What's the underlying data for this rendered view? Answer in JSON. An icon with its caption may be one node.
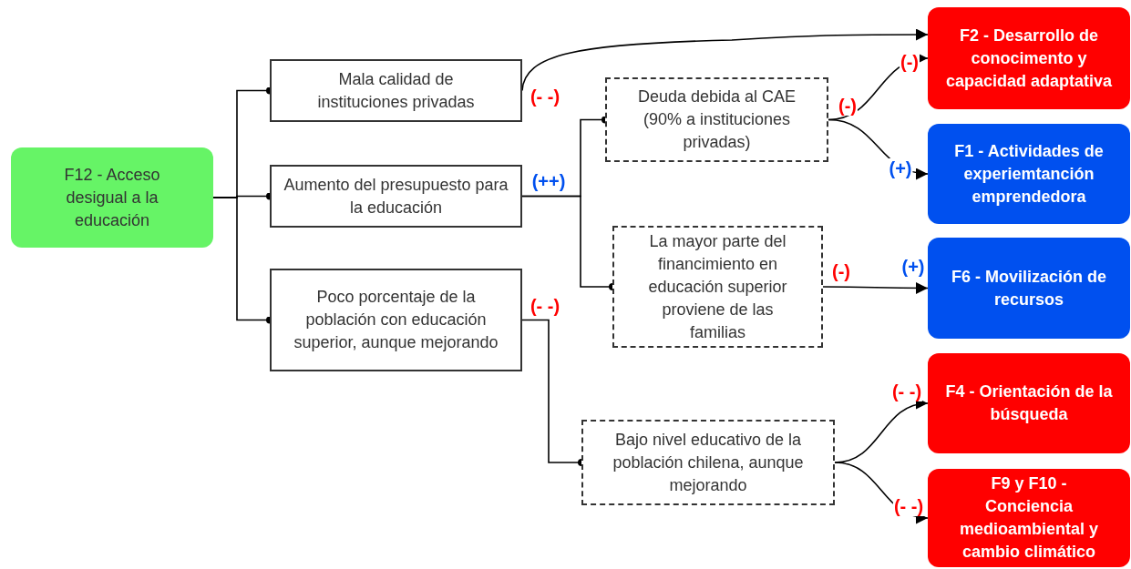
{
  "diagram": {
    "nodes": [
      {
        "text": [
          "F12 - Acceso desigual a la educación"
        ]
      },
      {
        "text": [
          "Mala calidad de instituciones privadas"
        ]
      },
      {
        "text": [
          "Aumento del presupuesto para la educación"
        ]
      },
      {
        "text": [
          "Poco porcentaje de la población con educación superior, aunque mejorando"
        ]
      },
      {
        "text": [
          "Deuda debida al CAE (90% a instituciones privadas)"
        ]
      },
      {
        "text": [
          "La mayor parte del financimiento en educación superior proviene de las familias"
        ]
      },
      {
        "text": [
          "Bajo nivel educativo de la población chilena, aunque mejorando"
        ]
      },
      {
        "text": [
          "F2 - Desarrollo de conocimento y capacidad adaptativa"
        ]
      },
      {
        "text": [
          "F1 - Actividades de experiemtanción emprendedora"
        ]
      },
      {
        "text": [
          "F6 - Movilización de recursos"
        ]
      },
      {
        "text": [
          "F4 - Orientación de la búsqueda"
        ]
      },
      {
        "text": [
          "F9 y F10 - Conciencia medioambiental y cambio climático"
        ]
      }
    ],
    "edges": [
      {
        "from": 0,
        "to": 1,
        "arrow": "other"
      },
      {
        "from": 0,
        "to": 2,
        "arrow": "other"
      },
      {
        "from": 0,
        "to": 3,
        "arrow": "other"
      },
      {
        "from": 1,
        "to": 7,
        "arrow": "to",
        "label": "(- -)"
      },
      {
        "from": 2,
        "to": 4,
        "arrow": "other",
        "label": "(++)"
      },
      {
        "from": 2,
        "to": 5,
        "arrow": "other"
      },
      {
        "from": 3,
        "to": 6,
        "arrow": "other",
        "label": "(- -)"
      },
      {
        "from": 4,
        "to": 7,
        "arrow": "to",
        "label": "(-)"
      },
      {
        "from": 4,
        "to": 8,
        "arrow": "to",
        "label": "(+)"
      },
      {
        "from": 5,
        "to": 9,
        "arrow": "to",
        "label": "(+)"
      },
      {
        "from": 6,
        "to": 10,
        "arrow": "to",
        "label": "(- -)"
      },
      {
        "from": 6,
        "to": 11,
        "arrow": "to",
        "label": "(- -)"
      }
    ],
    "labels": [
      "(-)",
      "(-)"
    ]
  }
}
